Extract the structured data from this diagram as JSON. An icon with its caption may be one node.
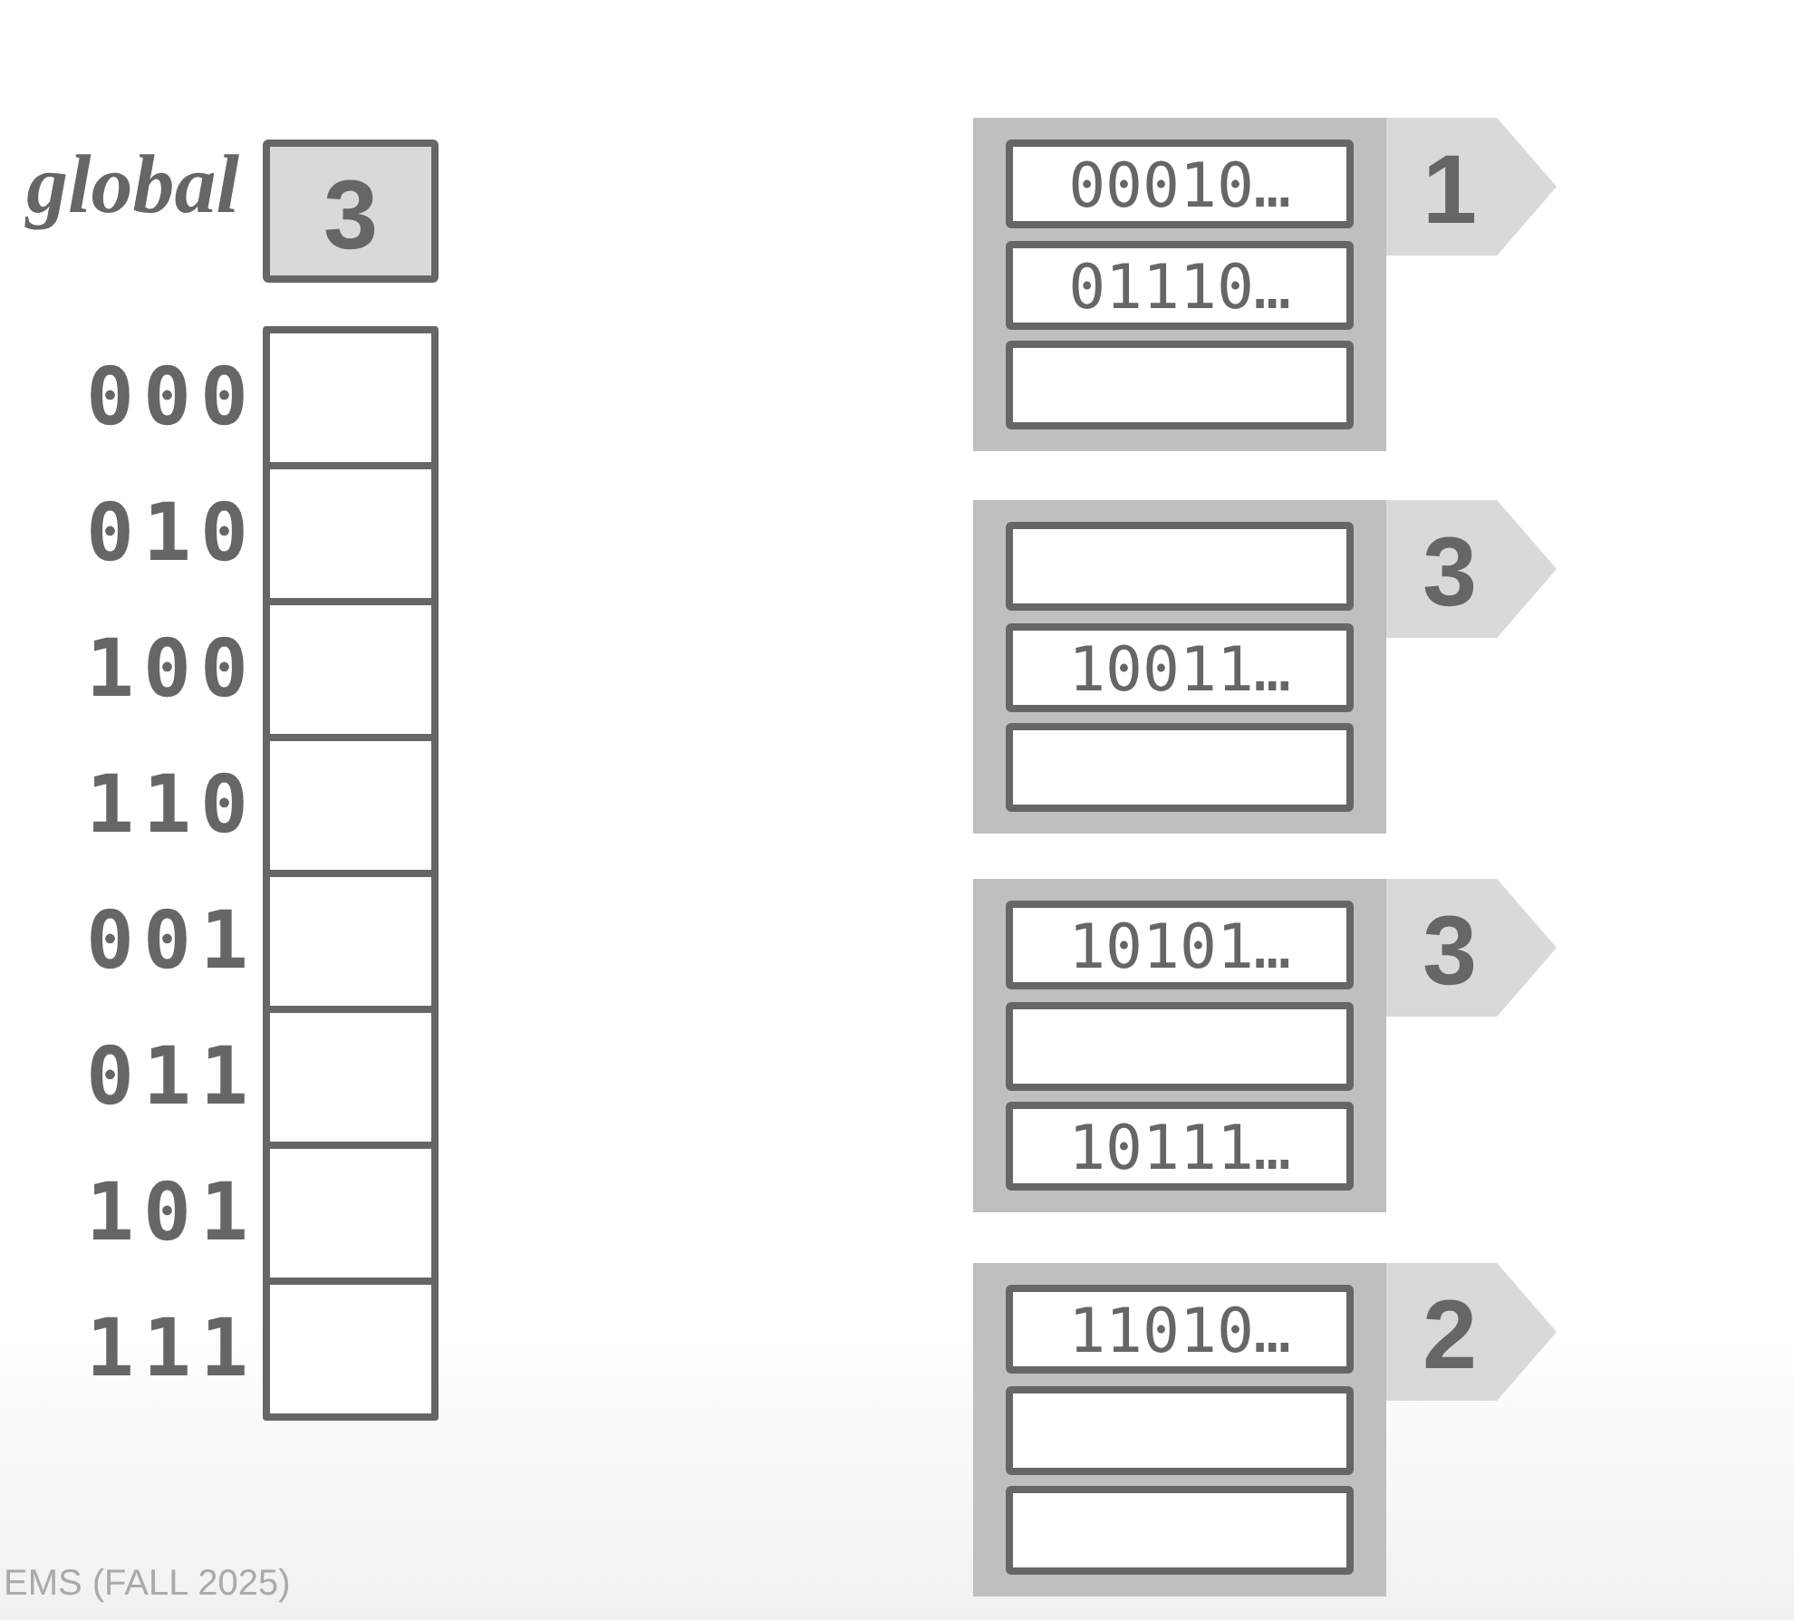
{
  "diagram": {
    "nodes": [
      {
        "text": [
          "3"
        ],
        "beside": [
          "global"
        ]
      },
      {
        "text": [],
        "shape": "box",
        "beside": [
          "000"
        ]
      },
      {
        "text": [],
        "shape": "box",
        "beside": [
          "010"
        ]
      },
      {
        "text": [],
        "shape": "box",
        "beside": [
          "100"
        ]
      },
      {
        "text": [],
        "shape": "box",
        "beside": [
          "110"
        ]
      },
      {
        "text": [],
        "shape": "box",
        "beside": [
          "001"
        ]
      },
      {
        "text": [],
        "shape": "box",
        "beside": [
          "011"
        ]
      },
      {
        "text": [],
        "shape": "box",
        "beside": [
          "101"
        ]
      },
      {
        "text": [],
        "shape": "box",
        "beside": [
          "111"
        ]
      },
      {
        "text": [],
        "shape": "box"
      },
      {
        "text": [
          "00010…"
        ],
        "in": 9
      },
      {
        "text": [
          "01110…"
        ],
        "in": 9
      },
      {
        "text": [],
        "shape": "box",
        "in": 9
      },
      {
        "text": [
          "1"
        ]
      },
      {
        "text": [],
        "shape": "box"
      },
      {
        "text": [],
        "shape": "box",
        "in": 14
      },
      {
        "text": [
          "10011…"
        ],
        "in": 14
      },
      {
        "text": [],
        "shape": "box",
        "in": 14
      },
      {
        "text": [
          "3"
        ]
      },
      {
        "text": [],
        "shape": "box"
      },
      {
        "text": [
          "10101…"
        ],
        "in": 19
      },
      {
        "text": [],
        "shape": "box",
        "in": 19
      },
      {
        "text": [
          "10111…"
        ],
        "in": 19
      },
      {
        "text": [
          "3"
        ]
      },
      {
        "text": [],
        "shape": "box"
      },
      {
        "text": [
          "11010…"
        ],
        "in": 24
      },
      {
        "text": [],
        "shape": "box",
        "in": 24
      },
      {
        "text": [],
        "shape": "box",
        "in": 24
      },
      {
        "text": [
          "2"
        ]
      }
    ],
    "labels": [
      "EMS (FALL 2025)"
    ]
  }
}
